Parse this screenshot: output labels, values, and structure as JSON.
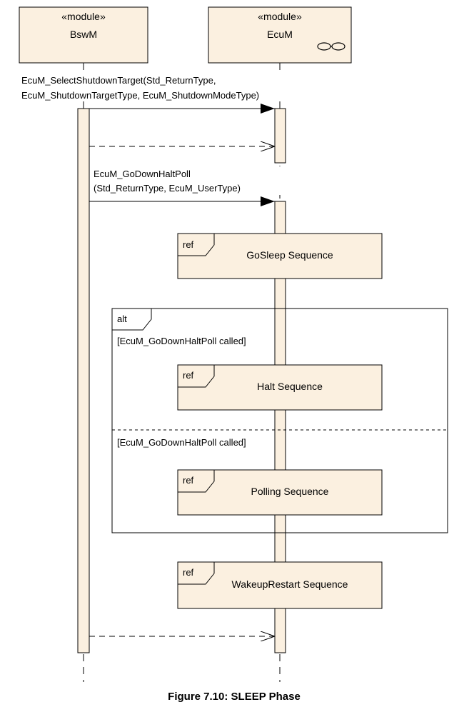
{
  "participants": [
    {
      "stereotype": "«module»",
      "name": "BswM"
    },
    {
      "stereotype": "«module»",
      "name": "EcuM"
    }
  ],
  "messages": [
    {
      "line1": "EcuM_SelectShutdownTarget(Std_ReturnType,",
      "line2": "EcuM_ShutdownTargetType, EcuM_ShutdownModeType)"
    },
    {
      "line1": "EcuM_GoDownHaltPoll",
      "line2": "(Std_ReturnType, EcuM_UserType)"
    }
  ],
  "fragments": {
    "ref_label": "ref",
    "alt_label": "alt",
    "refs": [
      "GoSleep Sequence",
      "Halt Sequence",
      "Polling Sequence",
      "WakeupRestart Sequence"
    ],
    "guards": [
      "[EcuM_GoDownHaltPoll called]",
      "[EcuM_GoDownHaltPoll called]"
    ]
  },
  "caption": "Figure 7.10: SLEEP Phase",
  "colors": {
    "fill": "#fbf0e0",
    "stroke": "#000000"
  }
}
